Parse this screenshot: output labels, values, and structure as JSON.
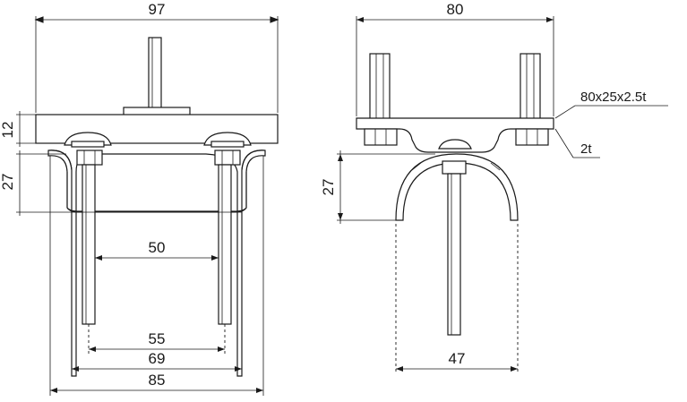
{
  "left_view": {
    "width_overall": "97",
    "plate_thickness": "12",
    "saddle_height": "27",
    "bolt_spacing_inner": "50",
    "bolt_spacing": "55",
    "saddle_inner_width": "69",
    "saddle_outer_width": "85"
  },
  "right_view": {
    "width_overall": "80",
    "arch_height": "27",
    "arch_width": "47",
    "plate_callout": "80x25x2.5t",
    "thickness_callout": "2t"
  }
}
